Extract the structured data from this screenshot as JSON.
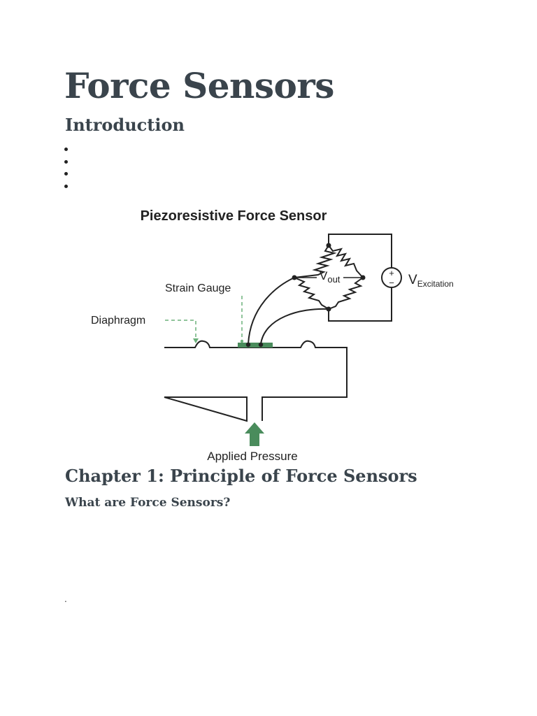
{
  "document": {
    "title": "Force Sensors",
    "intro_heading": "Introduction",
    "intro_bullet_count": 4,
    "chapter1_heading": "Chapter 1: Principle of Force Sensors",
    "section_heading": "What are Force Sensors?",
    "trailing_mark": "."
  },
  "figure": {
    "title": "Piezoresistive Force Sensor",
    "labels": {
      "strain_gauge": "Strain Gauge",
      "diaphragm": "Diaphragm",
      "vout_main": "V",
      "vout_sub": "out",
      "vexc_main": "V",
      "vexc_sub": "Excitation",
      "applied_pressure": "Applied Pressure",
      "plus": "+",
      "minus": "−"
    },
    "colors": {
      "line": "#222222",
      "accent_green": "#4a8c5c",
      "leader_green": "#6bb07a"
    }
  }
}
